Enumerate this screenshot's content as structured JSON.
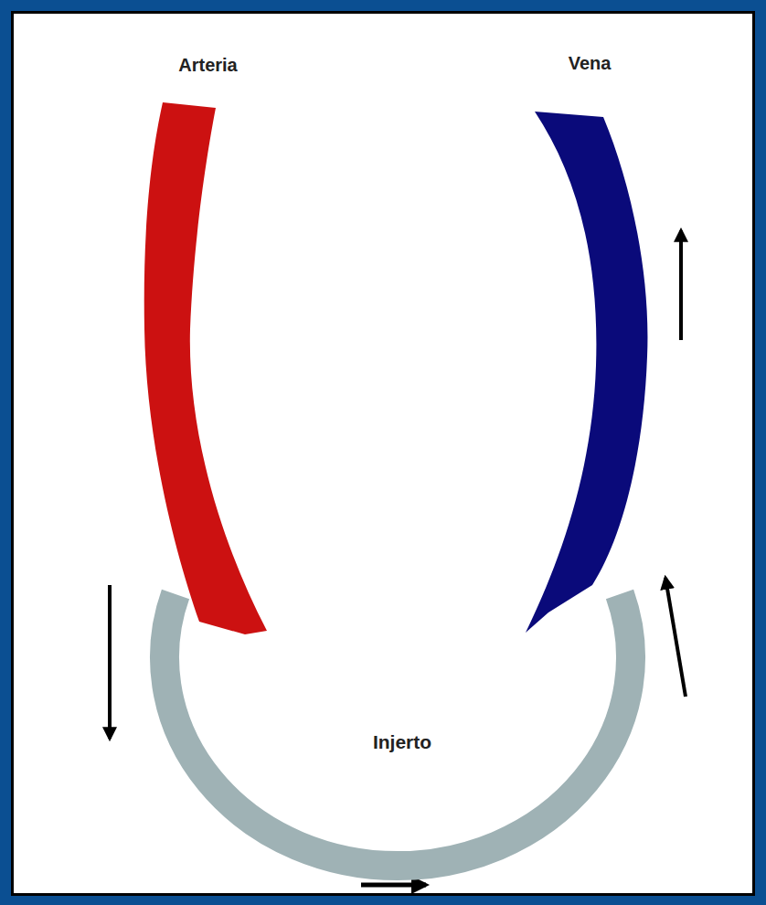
{
  "diagram": {
    "nodes": [
      {
        "text": [
          "Arteria"
        ]
      },
      {
        "text": [
          "Vena"
        ]
      },
      {
        "text": [
          "Injerto"
        ]
      }
    ]
  }
}
